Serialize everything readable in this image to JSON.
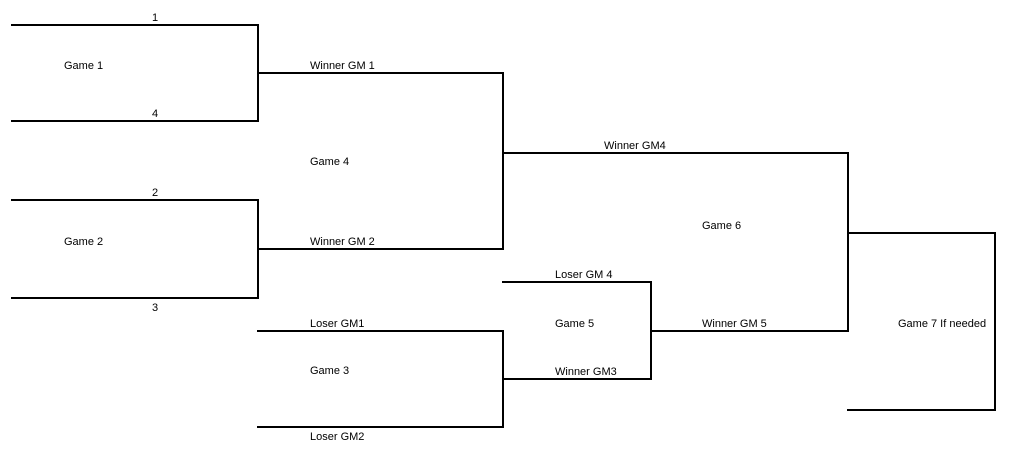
{
  "bracket": {
    "seeds": {
      "s1": "1",
      "s4": "4",
      "s2": "2",
      "s3": "3"
    },
    "games": {
      "g1": "Game 1",
      "g2": "Game 2",
      "g3": "Game 3",
      "g4": "Game 4",
      "g5": "Game 5",
      "g6": "Game 6",
      "g7": "Game 7 If needed"
    },
    "slots": {
      "winner_gm1": "Winner GM 1",
      "winner_gm2": "Winner GM 2",
      "loser_gm1": "Loser  GM1",
      "loser_gm2": "Loser GM2",
      "winner_gm4": "Winner  GM4",
      "loser_gm4": "Loser GM 4",
      "winner_gm3": "Winner GM3",
      "winner_gm5": "Winner GM 5"
    }
  }
}
